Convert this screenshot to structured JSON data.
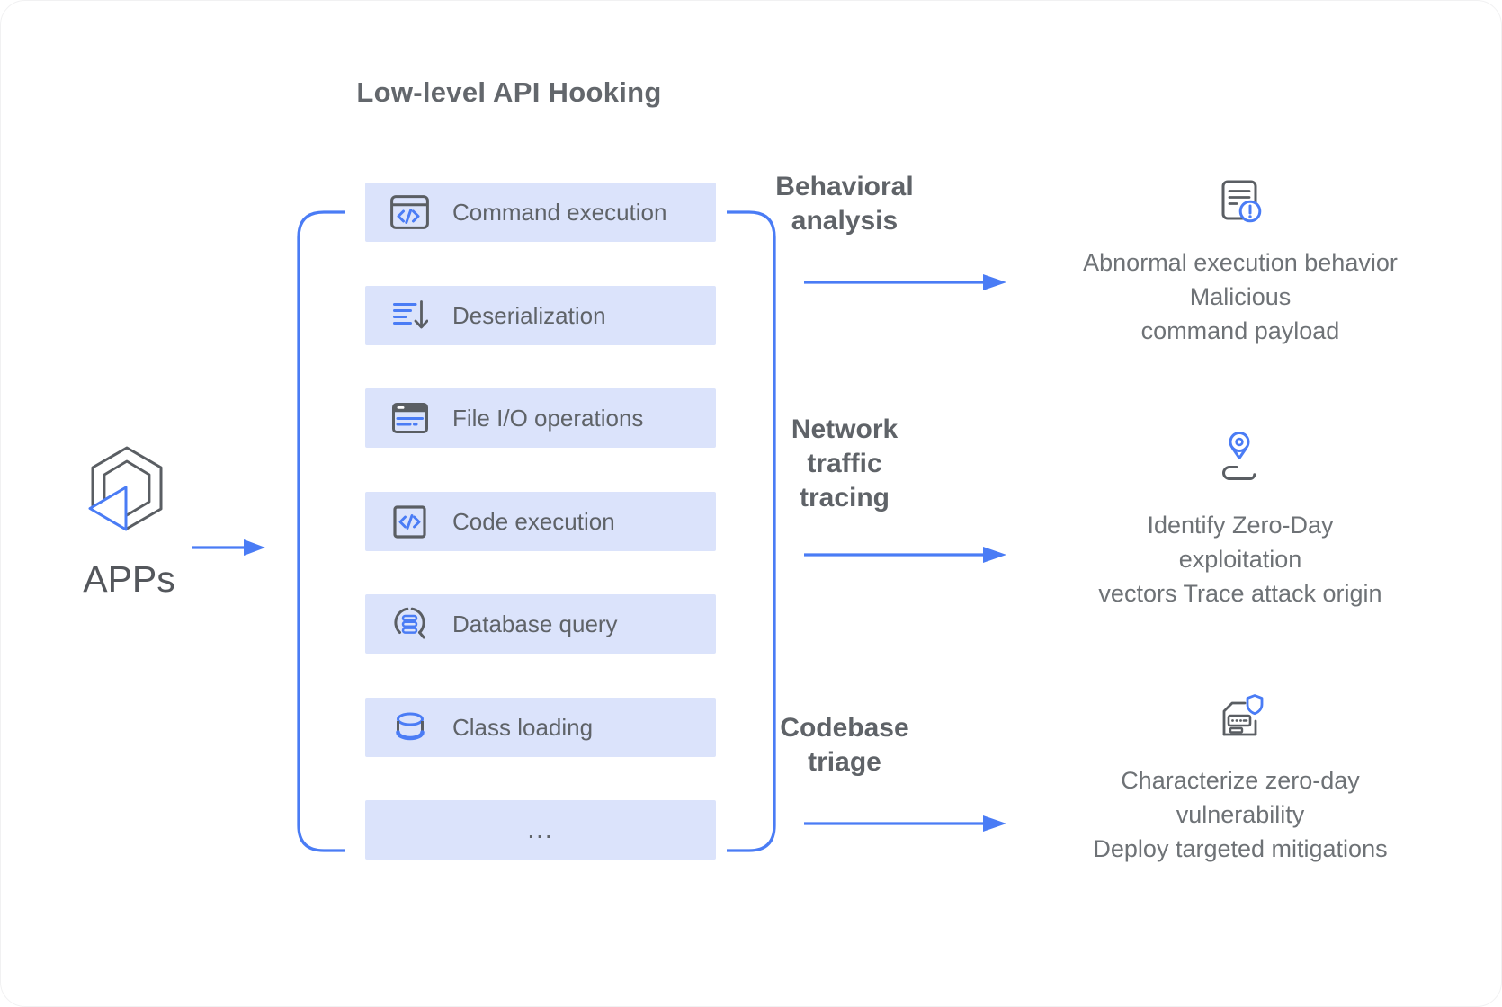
{
  "title": "Low-level API Hooking",
  "colors": {
    "accent_blue": "#4a7cf5",
    "box_fill": "#dbe3fb",
    "icon_gray": "#5a5e63",
    "label_gray": "#5f6368",
    "body_text_gray": "#6e7276"
  },
  "source": {
    "label": "APPs",
    "icon": "apps-logo-icon"
  },
  "hooks": {
    "items": [
      {
        "label": "Command execution",
        "icon": "terminal-window-code-icon"
      },
      {
        "label": "Deserialization",
        "icon": "list-import-icon"
      },
      {
        "label": "File I/O operations",
        "icon": "file-window-icon"
      },
      {
        "label": "Code execution",
        "icon": "code-block-icon"
      },
      {
        "label": "Database query",
        "icon": "database-search-icon"
      },
      {
        "label": "Class loading",
        "icon": "database-cylinder-icon"
      },
      {
        "label": "...",
        "icon": "none"
      }
    ]
  },
  "flows": [
    {
      "label": "Behavioral\nanalysis"
    },
    {
      "label": "Network\ntraffic\ntracing"
    },
    {
      "label": "Codebase\ntriage"
    }
  ],
  "outcomes": [
    {
      "icon": "document-alert-icon",
      "text": "Abnormal execution behavior\nMalicious\ncommand payload"
    },
    {
      "icon": "route-pin-icon",
      "text": "Identify Zero-Day\nexploitation\nvectors Trace attack origin"
    },
    {
      "icon": "terminal-shield-icon",
      "text": "Characterize zero-day\nvulnerability\nDeploy targeted mitigations"
    }
  ]
}
